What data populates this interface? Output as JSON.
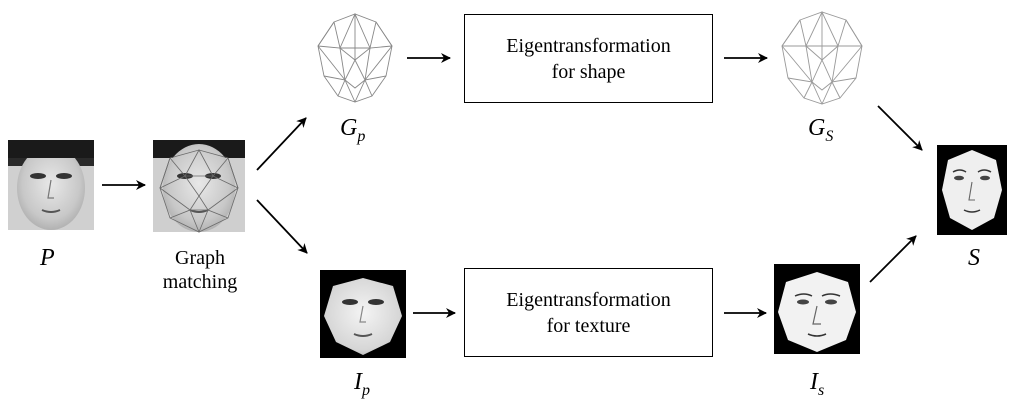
{
  "nodes": {
    "p_label": "P",
    "graph_matching": [
      "Graph",
      "matching"
    ],
    "gp_base": "G",
    "gp_sub": "p",
    "gs_base": "G",
    "gs_sub": "S",
    "ip_base": "I",
    "ip_sub": "p",
    "is_base": "I",
    "is_sub": "s",
    "s_label": "S"
  },
  "boxes": {
    "shape": [
      "Eigentransformation",
      "for shape"
    ],
    "texture": [
      "Eigentransformation",
      "for texture"
    ]
  },
  "colors": {
    "stroke": "#000000",
    "mesh": "#8a8a8a",
    "bg": "#000000"
  }
}
